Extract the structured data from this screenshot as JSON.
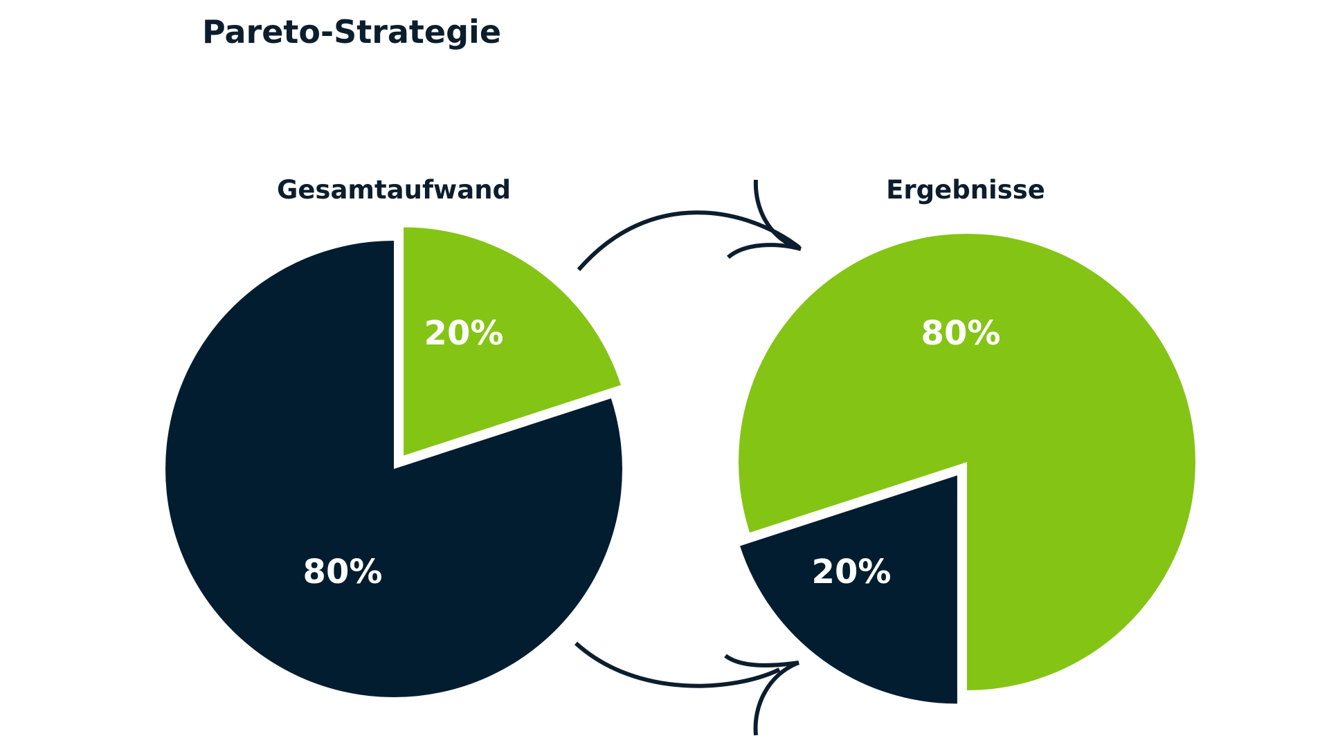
{
  "page_title": "Pareto-Strategie",
  "colors": {
    "navy": "#031d30",
    "green": "#84c414",
    "text": "#0c1e2d",
    "label": "#ffffff"
  },
  "chart_data": [
    {
      "type": "pie",
      "title": "Gesamtaufwand",
      "slices": [
        {
          "label": "20%",
          "value": 20,
          "color": "#84c414",
          "exploded": true
        },
        {
          "label": "80%",
          "value": 80,
          "color": "#031d30",
          "exploded": false
        }
      ]
    },
    {
      "type": "pie",
      "title": "Ergebnisse",
      "slices": [
        {
          "label": "80%",
          "value": 80,
          "color": "#84c414",
          "exploded": false
        },
        {
          "label": "20%",
          "value": 20,
          "color": "#031d30",
          "exploded": true
        }
      ]
    }
  ]
}
